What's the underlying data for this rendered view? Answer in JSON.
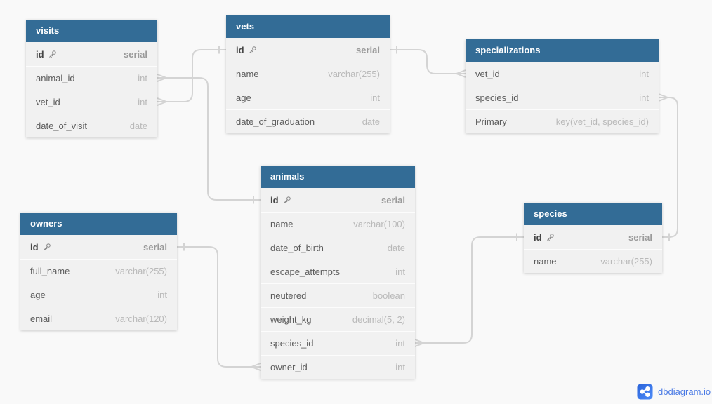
{
  "app": {
    "watermark": "dbdiagram.io"
  },
  "colors": {
    "table_header": "#336c96",
    "table_row": "#f1f1f1",
    "relationship_line": "#d4d4d4",
    "canvas_background": "#f9f9f9",
    "watermark_text": "#4b7be5"
  },
  "tables": [
    {
      "name": "visits",
      "fields": [
        {
          "name": "id",
          "type": "serial",
          "pk": true
        },
        {
          "name": "animal_id",
          "type": "int"
        },
        {
          "name": "vet_id",
          "type": "int"
        },
        {
          "name": "date_of_visit",
          "type": "date"
        }
      ]
    },
    {
      "name": "vets",
      "fields": [
        {
          "name": "id",
          "type": "serial",
          "pk": true
        },
        {
          "name": "name",
          "type": "varchar(255)"
        },
        {
          "name": "age",
          "type": "int"
        },
        {
          "name": "date_of_graduation",
          "type": "date"
        }
      ]
    },
    {
      "name": "specializations",
      "fields": [
        {
          "name": "vet_id",
          "type": "int"
        },
        {
          "name": "species_id",
          "type": "int"
        },
        {
          "name": "Primary",
          "type": "key(vet_id, species_id)"
        }
      ]
    },
    {
      "name": "animals",
      "fields": [
        {
          "name": "id",
          "type": "serial",
          "pk": true
        },
        {
          "name": "name",
          "type": "varchar(100)"
        },
        {
          "name": "date_of_birth",
          "type": "date"
        },
        {
          "name": "escape_attempts",
          "type": "int"
        },
        {
          "name": "neutered",
          "type": "boolean"
        },
        {
          "name": "weight_kg",
          "type": "decimal(5, 2)"
        },
        {
          "name": "species_id",
          "type": "int"
        },
        {
          "name": "owner_id",
          "type": "int"
        }
      ]
    },
    {
      "name": "owners",
      "fields": [
        {
          "name": "id",
          "type": "serial",
          "pk": true
        },
        {
          "name": "full_name",
          "type": "varchar(255)"
        },
        {
          "name": "age",
          "type": "int"
        },
        {
          "name": "email",
          "type": "varchar(120)"
        }
      ]
    },
    {
      "name": "species",
      "fields": [
        {
          "name": "id",
          "type": "serial",
          "pk": true
        },
        {
          "name": "name",
          "type": "varchar(255)"
        }
      ]
    }
  ],
  "relationships": [
    {
      "from": "visits.vet_id",
      "to": "vets.id",
      "from_cardinality": "many",
      "to_cardinality": "one"
    },
    {
      "from": "visits.animal_id",
      "to": "animals.id",
      "from_cardinality": "many",
      "to_cardinality": "one"
    },
    {
      "from": "specializations.vet_id",
      "to": "vets.id",
      "from_cardinality": "many",
      "to_cardinality": "one"
    },
    {
      "from": "specializations.species_id",
      "to": "species.id",
      "from_cardinality": "many",
      "to_cardinality": "one"
    },
    {
      "from": "animals.species_id",
      "to": "species.id",
      "from_cardinality": "many",
      "to_cardinality": "one"
    },
    {
      "from": "animals.owner_id",
      "to": "owners.id",
      "from_cardinality": "many",
      "to_cardinality": "one"
    }
  ]
}
